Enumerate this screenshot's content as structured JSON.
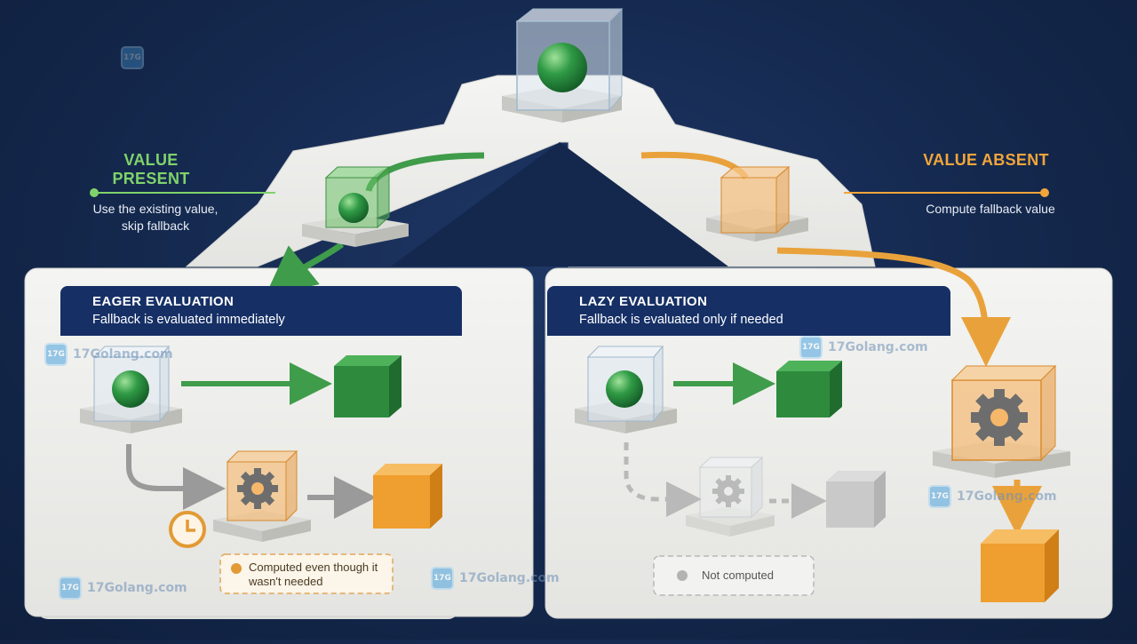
{
  "colors": {
    "present": "#7fd36a",
    "absent": "#f2a53a",
    "green_arrow": "#3f9c4a",
    "orange_arrow": "#e9a23b",
    "gray_arrow": "#9a9a9a",
    "header_bg": "#163066",
    "board": "#ededeb"
  },
  "value_present": {
    "title": "VALUE PRESENT",
    "desc": "Use the existing value, skip fallback"
  },
  "value_absent": {
    "title": "VALUE ABSENT",
    "desc": "Compute fallback value"
  },
  "eager": {
    "title": "EAGER EVALUATION",
    "subtitle": "Fallback is evaluated immediately",
    "note": "Computed even though it wasn't needed"
  },
  "lazy": {
    "title": "LAZY EVALUATION",
    "subtitle": "Fallback is evaluated only if needed",
    "note": "Not computed"
  },
  "icons": [
    "value-cube-icon",
    "green-sphere-icon",
    "gear-icon",
    "clock-icon",
    "result-cube-icon"
  ],
  "watermark": {
    "text": "17Golang.com",
    "logo": "17G"
  }
}
